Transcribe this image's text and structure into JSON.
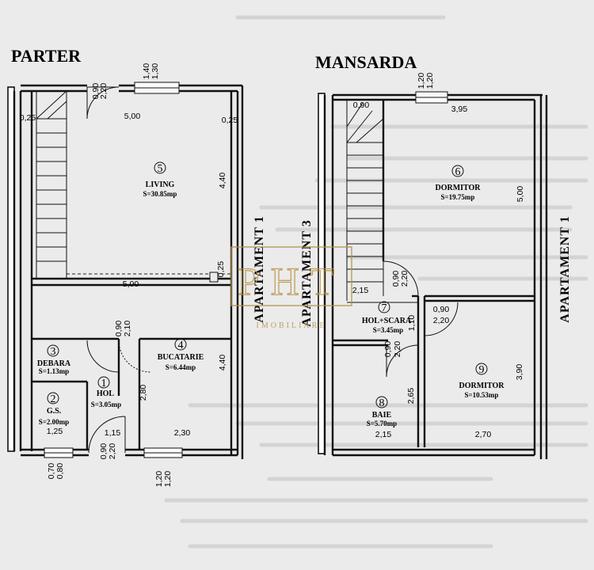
{
  "headers": {
    "left": "PARTER",
    "right": "MANSARDA"
  },
  "side_labels": {
    "apartament_1": "APARTAMENT 1",
    "apartament_3": "APARTAMENT 3"
  },
  "watermark": {
    "letters": "PHT",
    "text": "IMOBILIARE",
    "color": "#b8934a"
  },
  "rooms": [
    {
      "num": "5",
      "name": "LIVING",
      "area": "S=30.85mp"
    },
    {
      "num": "4",
      "name": "BUCATARIE",
      "area": "S=6.44mp"
    },
    {
      "num": "3",
      "name": "DEBARA",
      "area": "S=1.13mp"
    },
    {
      "num": "2",
      "name": "G.S.",
      "area": "S=2.00mp"
    },
    {
      "num": "1",
      "name": "HOL",
      "area": "S=3.05mp"
    },
    {
      "num": "6",
      "name": "DORMITOR",
      "area": "S=19.75mp"
    },
    {
      "num": "7",
      "name": "HOL+SCARA",
      "area": "S=3.45mp"
    },
    {
      "num": "8",
      "name": "BAIE",
      "area": "S=5.70mp"
    },
    {
      "num": "9",
      "name": "DORMITOR",
      "area": "S=10.53mp"
    }
  ],
  "dimensions": {
    "living_width": "5,00",
    "living_height": "4,40",
    "top_wall": "0,25",
    "left_wall": "0,25",
    "mid_wall": "0,25",
    "ground_width": "5,00",
    "kitchen_height": "4,40",
    "kitchen_width": "2,30",
    "hol_height": "2,80",
    "hol_width": "1,15",
    "gs_width": "1,25",
    "door_living": [
      "0,90",
      "2,20"
    ],
    "window_living": [
      "1,40",
      "1,30"
    ],
    "door_debara": [
      "0,90",
      "2,10"
    ],
    "window_kitchen": [
      "1,20",
      "1,20"
    ],
    "window_gs": [
      "0,70",
      "0,80"
    ],
    "door_entry": [
      "0,90",
      "2,20"
    ],
    "mansarda_stair_width": "0,90",
    "dormitor_width": "3,95",
    "dormitor_height": "5,00",
    "window_mansarda": [
      "1,20",
      "1,20"
    ],
    "door_dormitor_top": [
      "0,90",
      "2,20"
    ],
    "hol_scara_width": "2,15",
    "hol_scara_height": "1,10",
    "door_dormitor_right": [
      "0,90",
      "2,20"
    ],
    "door_baie": [
      "0,90",
      "2,20"
    ],
    "baie_height": "2,65",
    "baie_width": "2,15",
    "dormitor2_height": "3,90",
    "dormitor2_width": "2,70"
  }
}
